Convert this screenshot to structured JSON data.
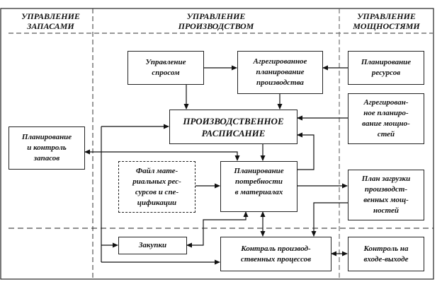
{
  "columns": {
    "inventory": "УПРАВЛЕНИЕ\nЗАПАСАМИ",
    "production": "УПРАВЛЕНИЕ\nПРОИЗВОДСТВОМ",
    "capacity": "УПРАВЛЕНИЕ\nМОЩНОСТЯМИ"
  },
  "boxes": {
    "demand_management": "Управление\nспросом",
    "aggregate_production_planning": "Агрегированное\nпланирование\nпроизводства",
    "resource_planning": "Планирование\nресурсов",
    "aggregate_capacity_planning": "Агрегирован-\nное планиро-\nвание мощно-\nстей",
    "master_production_schedule": "ПРОИЗВОДСТВЕННОЕ\nРАСПИСАНИЕ",
    "inventory_planning_control": "Планирование\nи контроль\nзапасов",
    "bom_file": "Файл мате-\nриальных рес-\nсурсов и спе-\nцификации",
    "mrp": "Планирование\nпотребности\nв материалах",
    "capacity_load_plan": "План загрузки\nпроизводст-\nвенных мощ-\nностей",
    "purchasing": "Закупки",
    "production_control": "Контраль производ-\nственных процессов",
    "input_output_control": "Контроль на\nвходе-выходе"
  }
}
